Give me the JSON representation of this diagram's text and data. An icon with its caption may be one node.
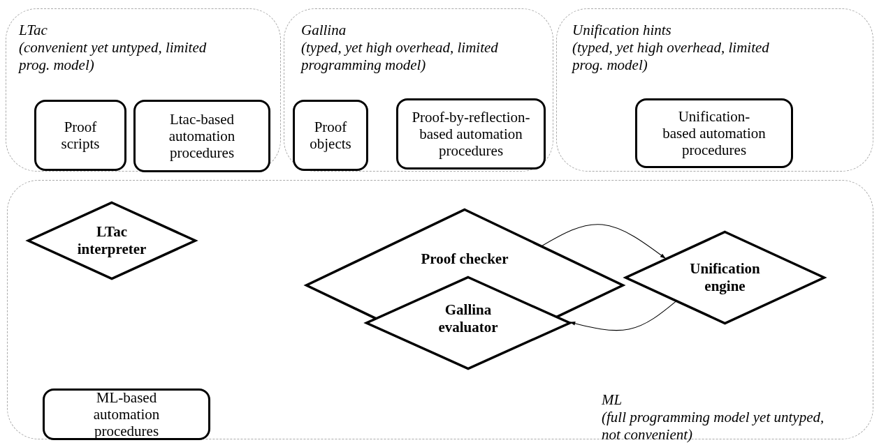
{
  "diagram": {
    "nodes": [
      {
        "text": [
          "LTac",
          "(convenient yet untyped, limited prog. model)"
        ]
      },
      {
        "text": [
          "Proof scripts"
        ],
        "in": 0
      },
      {
        "text": [
          "Ltac-based automation procedures"
        ],
        "in": 0
      },
      {
        "text": [
          "Gallina",
          "(typed, yet high overhead, limited programming model)"
        ]
      },
      {
        "text": [
          "Proof objects"
        ],
        "in": 3
      },
      {
        "text": [
          "Proof-by-reflection-based automation procedures"
        ],
        "in": 3
      },
      {
        "text": [
          "Unification hints",
          "(typed, yet high overhead, limited prog. model)"
        ]
      },
      {
        "text": [
          "Unification-based automation procedures"
        ],
        "in": 6
      },
      {
        "text": [
          "ML",
          "(full programming model yet untyped, not convenient)"
        ]
      },
      {
        "text": [
          "LTac interpreter"
        ],
        "in": 8
      },
      {
        "text": [
          "Proof checker"
        ],
        "in": 8
      },
      {
        "text": [
          "Gallina evaluator"
        ],
        "in": 8
      },
      {
        "text": [
          "Unification engine"
        ],
        "in": 8
      },
      {
        "text": [
          "ML-based automation procedures"
        ],
        "in": 8
      }
    ],
    "edges": [
      {
        "from": 10,
        "to": 12,
        "arrow": "to"
      },
      {
        "from": 12,
        "to": 11,
        "arrow": "to"
      }
    ]
  }
}
